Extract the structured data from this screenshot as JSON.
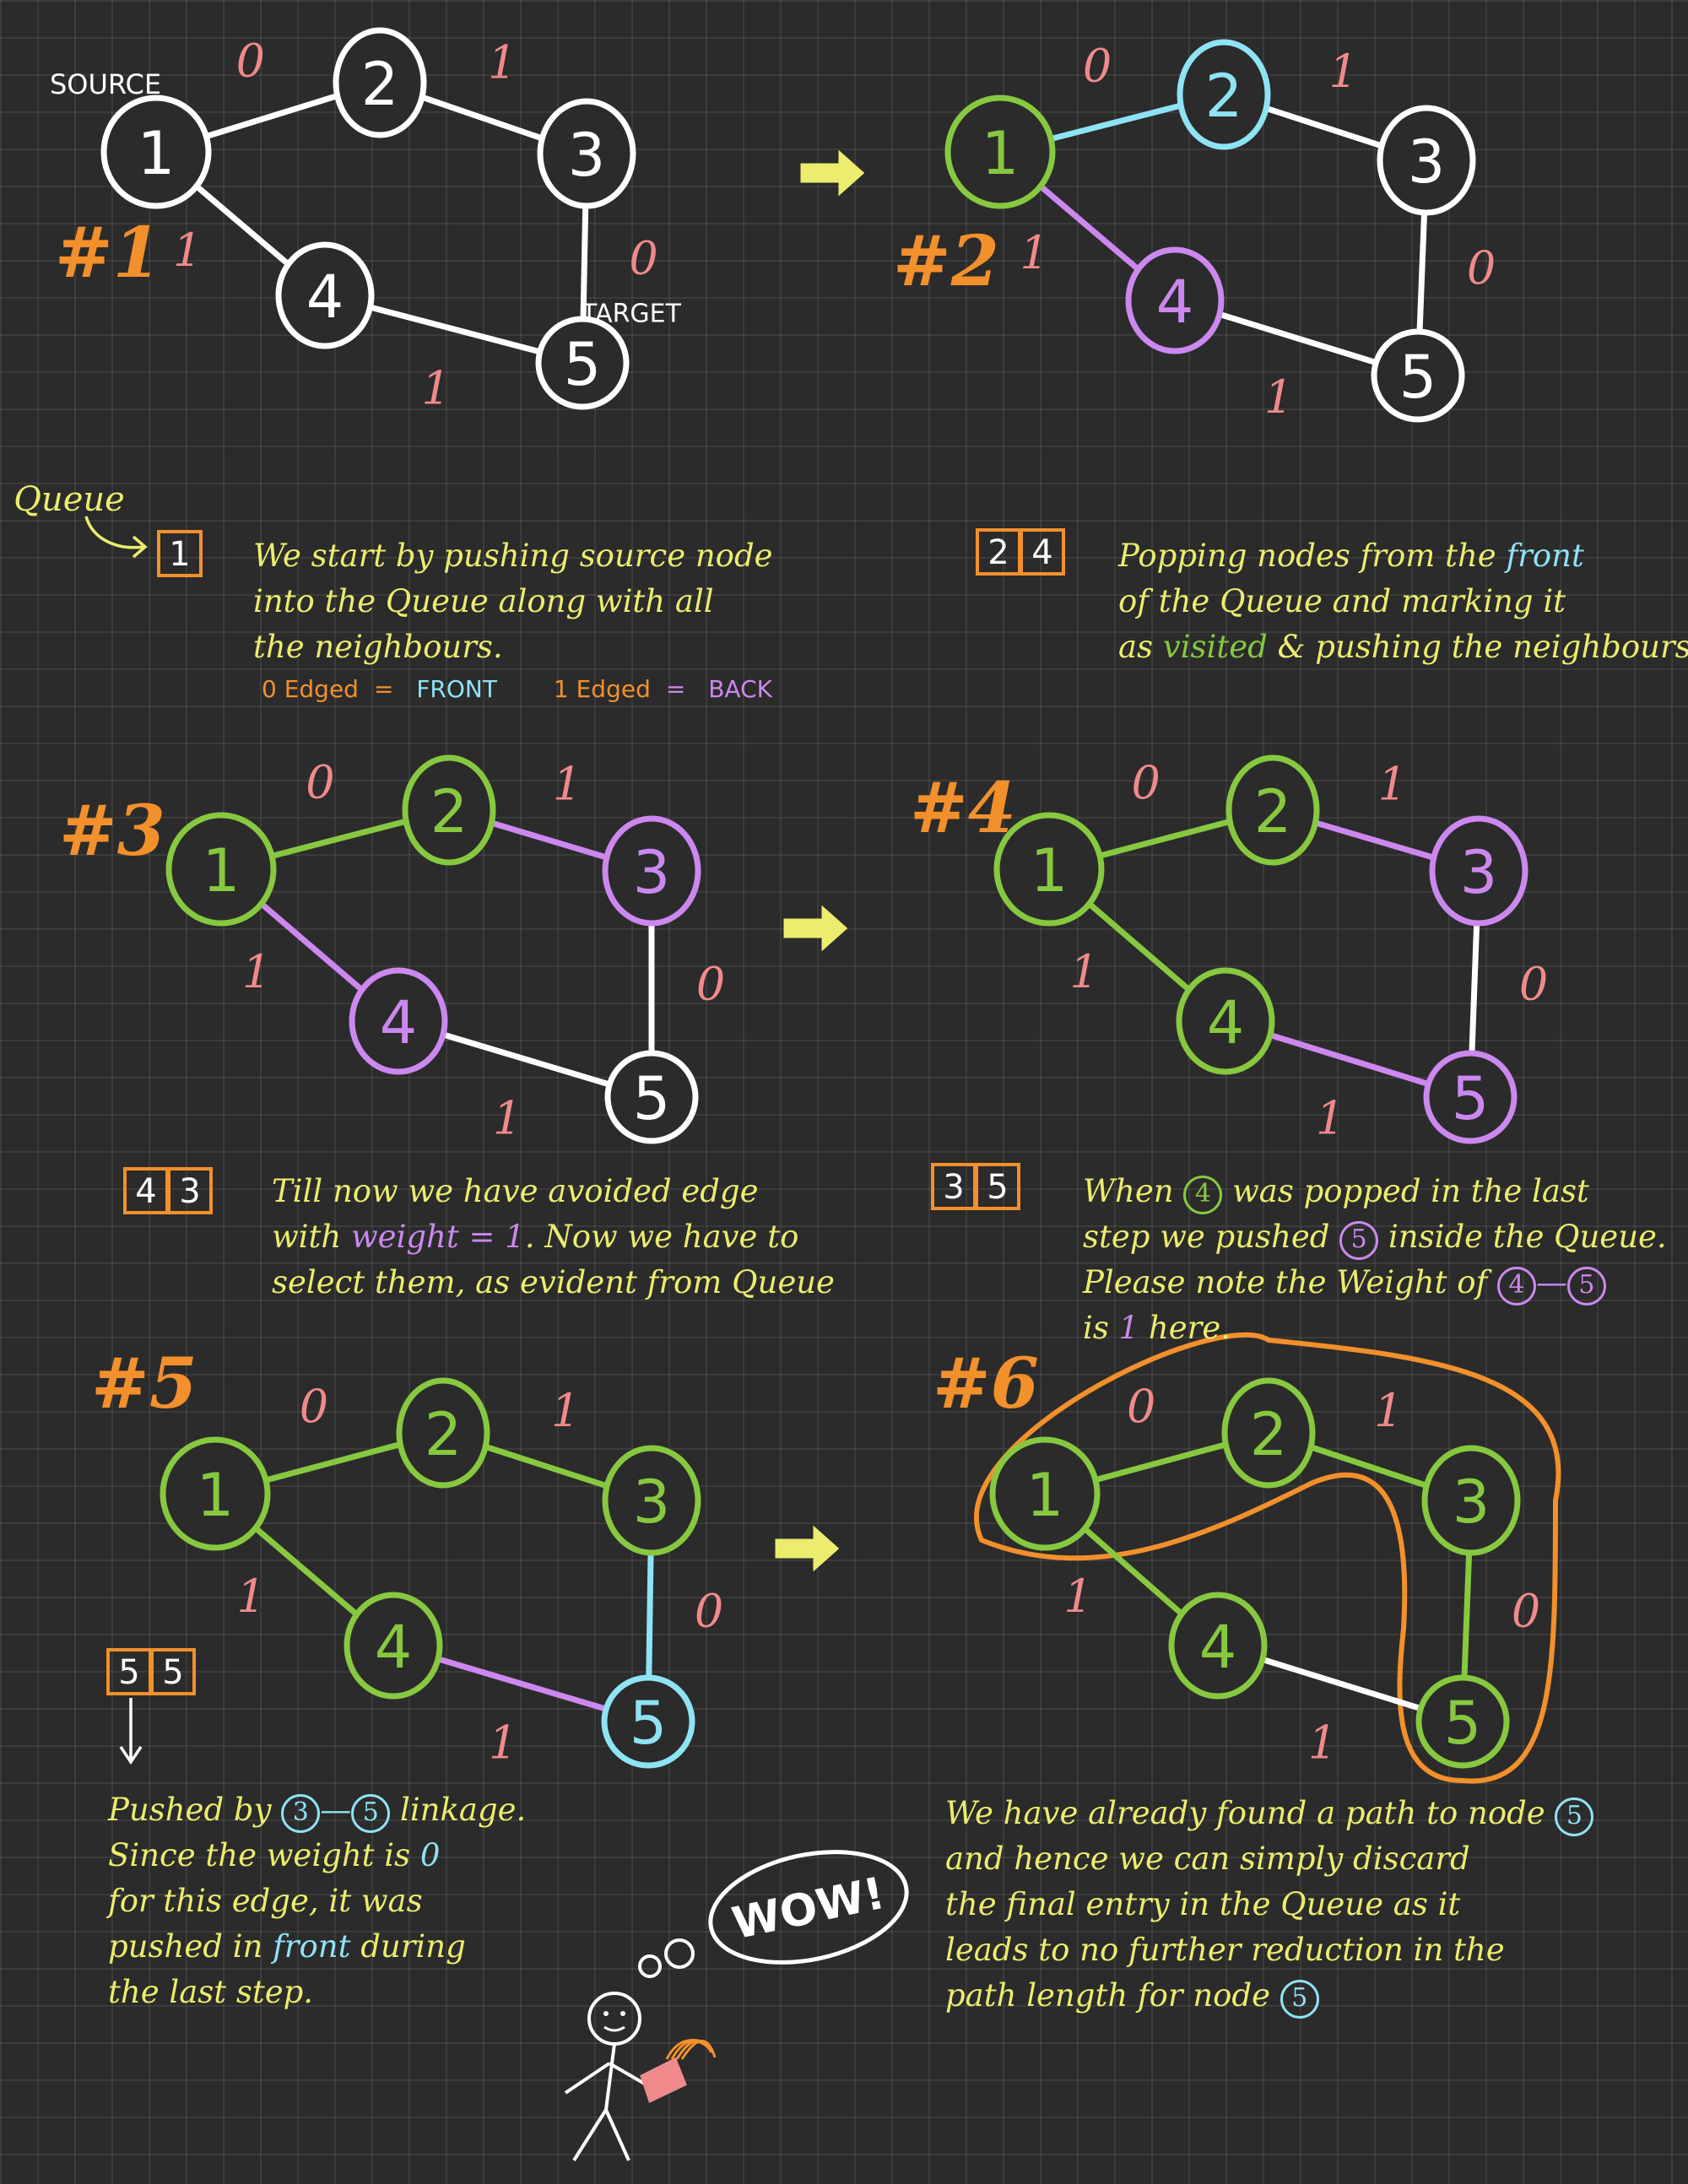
{
  "colors": {
    "background": "#2b2b2b",
    "white": "#ffffff",
    "green": "#86c940",
    "blue": "#8ee3f5",
    "purple": "#cc88ee",
    "orange": "#f2902c",
    "pink": "#f08a8a",
    "yellow": "#ecec6e"
  },
  "labels": {
    "source": "SOURCE",
    "target": "TARGET",
    "queue": "Queue",
    "wow": "WOW!"
  },
  "graph": {
    "nodes": [
      "1",
      "2",
      "3",
      "4",
      "5"
    ],
    "edges": [
      {
        "from": "1",
        "to": "2",
        "weight": "0"
      },
      {
        "from": "2",
        "to": "3",
        "weight": "1"
      },
      {
        "from": "3",
        "to": "5",
        "weight": "0"
      },
      {
        "from": "1",
        "to": "4",
        "weight": "1"
      },
      {
        "from": "4",
        "to": "5",
        "weight": "1"
      }
    ]
  },
  "steps": [
    {
      "label": "#1",
      "node_colors": {
        "1": "white",
        "2": "white",
        "3": "white",
        "4": "white",
        "5": "white"
      },
      "edge_colors": {
        "1-2": "white",
        "2-3": "white",
        "3-5": "white",
        "1-4": "white",
        "4-5": "white"
      },
      "queue": [
        "1"
      ]
    },
    {
      "label": "#2",
      "node_colors": {
        "1": "green",
        "2": "blue",
        "3": "white",
        "4": "purple",
        "5": "white"
      },
      "edge_colors": {
        "1-2": "blue",
        "2-3": "white",
        "3-5": "white",
        "1-4": "purple",
        "4-5": "white"
      },
      "queue": [
        "2",
        "4"
      ]
    },
    {
      "label": "#3",
      "node_colors": {
        "1": "green",
        "2": "green",
        "3": "purple",
        "4": "purple",
        "5": "white"
      },
      "edge_colors": {
        "1-2": "green",
        "2-3": "purple",
        "3-5": "white",
        "1-4": "purple",
        "4-5": "white"
      },
      "queue": [
        "4",
        "3"
      ]
    },
    {
      "label": "#4",
      "node_colors": {
        "1": "green",
        "2": "green",
        "3": "purple",
        "4": "green",
        "5": "purple"
      },
      "edge_colors": {
        "1-2": "green",
        "2-3": "purple",
        "3-5": "white",
        "1-4": "green",
        "4-5": "purple"
      },
      "queue": [
        "3",
        "5"
      ]
    },
    {
      "label": "#5",
      "node_colors": {
        "1": "green",
        "2": "green",
        "3": "green",
        "4": "green",
        "5": "blue"
      },
      "edge_colors": {
        "1-2": "green",
        "2-3": "green",
        "3-5": "blue",
        "1-4": "green",
        "4-5": "purple"
      },
      "queue": [
        "5",
        "5"
      ]
    },
    {
      "label": "#6",
      "node_colors": {
        "1": "green",
        "2": "green",
        "3": "green",
        "4": "green",
        "5": "green"
      },
      "edge_colors": {
        "1-2": "green",
        "2-3": "green",
        "3-5": "green",
        "1-4": "green",
        "4-5": "white"
      },
      "queue": [],
      "highlight_path": [
        "1",
        "2",
        "3",
        "5"
      ]
    }
  ],
  "notes": {
    "step1": {
      "line1": "We start by pushing source node",
      "line2": "into the Queue along with all",
      "line3": "the neighbours."
    },
    "legend": {
      "zero": "0 Edged",
      "zero_eq": "= ",
      "front": "FRONT",
      "one": "1 Edged",
      "one_eq": "= ",
      "back": "BACK"
    },
    "step2": {
      "l1a": "Popping nodes from the ",
      "l1b": "front",
      "line2": "of the Queue and marking it",
      "l3a": "as ",
      "l3b": "visited",
      "l3c": " & pushing the neighbours."
    },
    "step3": {
      "line1": "Till now we have avoided edge",
      "l2a": "with ",
      "l2b": "weight = 1",
      "l2c": ". Now we have to",
      "line3": "select them, as evident from Queue"
    },
    "step4": {
      "l1a": "When ",
      "l1b": "4",
      "l1c": " was popped in the last",
      "l2a": "step we pushed ",
      "l2b": "5",
      "l2c": " inside the Queue.",
      "l3a": "Please note the Weight of ",
      "l3b": "4",
      "l3c": "—",
      "l3d": "5",
      "l4a": "is ",
      "l4b": "1",
      "l4c": " here."
    },
    "step5": {
      "l1a": "Pushed by ",
      "l1b": "3",
      "l1c": "—",
      "l1d": "5",
      "l1e": " linkage.",
      "l2a": "Since the weight is ",
      "l2b": "0",
      "line3": "for this edge, it was",
      "l4a": "pushed in ",
      "l4b": "front",
      "l4c": " during",
      "line5": "the last step."
    },
    "step6": {
      "l1a": "We have already found a path to node ",
      "l1b": "5",
      "line2": "and hence we can simply discard",
      "line3": "the final entry in the Queue as it",
      "line4": "leads to no further reduction in the",
      "l5a": "path length for node ",
      "l5b": "5"
    }
  }
}
